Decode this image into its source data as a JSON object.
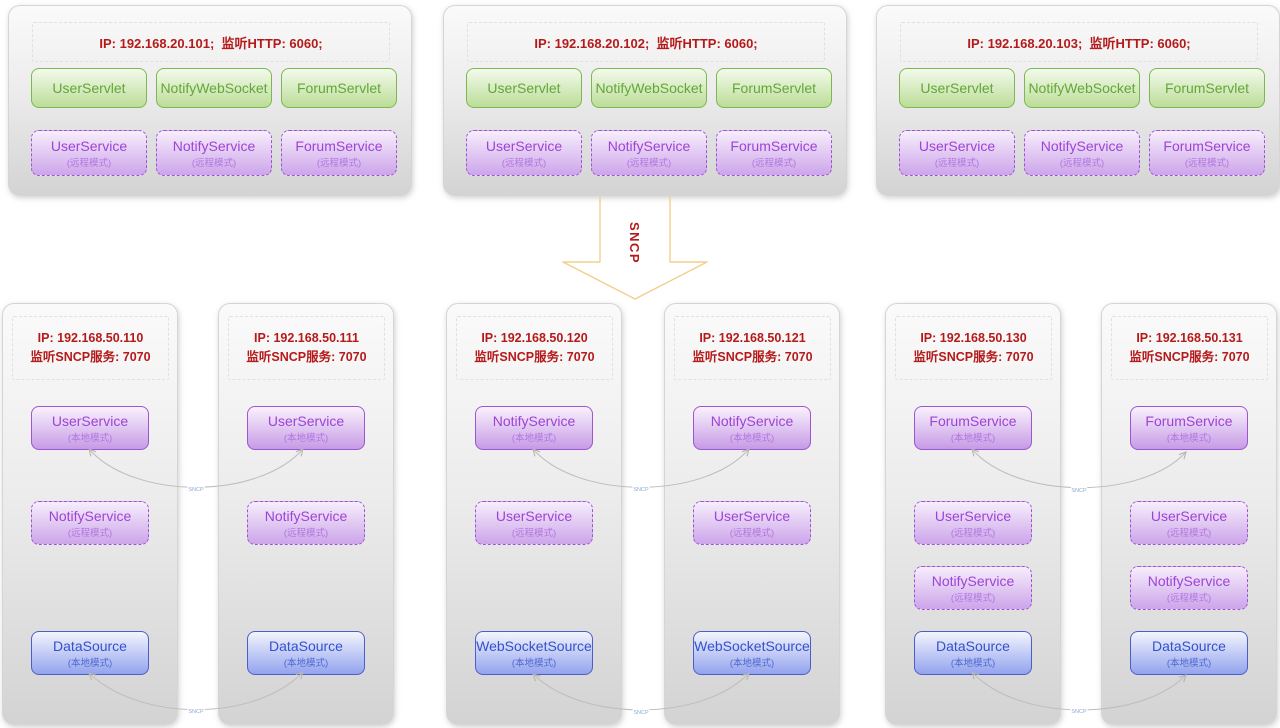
{
  "colors": {
    "ip_text": "#b51a1a",
    "servlet_green": "#64a637",
    "service_purple": "#9d43d6",
    "source_blue": "#3351cd",
    "arrow_outline": "#f2cf8b",
    "connector_gray": "#bdbdbd"
  },
  "top_servers": [
    {
      "ip": "IP: 192.168.20.101;  监听HTTP: 6060;",
      "servlets": [
        "UserServlet",
        "NotifyWebSocket",
        "ForumServlet"
      ],
      "services": [
        {
          "name": "UserService",
          "mode": "(远程模式)"
        },
        {
          "name": "NotifyService",
          "mode": "(远程模式)"
        },
        {
          "name": "ForumService",
          "mode": "(远程模式)"
        }
      ]
    },
    {
      "ip": "IP: 192.168.20.102;  监听HTTP: 6060;",
      "servlets": [
        "UserServlet",
        "NotifyWebSocket",
        "ForumServlet"
      ],
      "services": [
        {
          "name": "UserService",
          "mode": "(远程模式)"
        },
        {
          "name": "NotifyService",
          "mode": "(远程模式)"
        },
        {
          "name": "ForumService",
          "mode": "(远程模式)"
        }
      ]
    },
    {
      "ip": "IP: 192.168.20.103;  监听HTTP: 6060;",
      "servlets": [
        "UserServlet",
        "NotifyWebSocket",
        "ForumServlet"
      ],
      "services": [
        {
          "name": "UserService",
          "mode": "(远程模式)"
        },
        {
          "name": "NotifyService",
          "mode": "(远程模式)"
        },
        {
          "name": "ForumService",
          "mode": "(远程模式)"
        }
      ]
    }
  ],
  "sncp_arrow": {
    "label": "SNCP"
  },
  "connector_labels": [
    "SNCP",
    "SNCP",
    "SNCP",
    "SNCP",
    "SNCP",
    "SNCP"
  ],
  "bottom_servers": [
    {
      "ip_line1": "IP: 192.168.50.110",
      "ip_line2": "监听SNCP服务: 7070",
      "local": {
        "name": "UserService",
        "mode": "(本地模式)"
      },
      "remotes": [
        {
          "name": "NotifyService",
          "mode": "(远程模式)"
        }
      ],
      "source": {
        "name": "DataSource",
        "mode": "(本地模式)"
      }
    },
    {
      "ip_line1": "IP: 192.168.50.111",
      "ip_line2": "监听SNCP服务: 7070",
      "local": {
        "name": "UserService",
        "mode": "(本地模式)"
      },
      "remotes": [
        {
          "name": "NotifyService",
          "mode": "(远程模式)"
        }
      ],
      "source": {
        "name": "DataSource",
        "mode": "(本地模式)"
      }
    },
    {
      "ip_line1": "IP: 192.168.50.120",
      "ip_line2": "监听SNCP服务: 7070",
      "local": {
        "name": "NotifyService",
        "mode": "(本地模式)"
      },
      "remotes": [
        {
          "name": "UserService",
          "mode": "(远程模式)"
        }
      ],
      "source": {
        "name": "WebSocketSource",
        "mode": "(本地模式)"
      }
    },
    {
      "ip_line1": "IP: 192.168.50.121",
      "ip_line2": "监听SNCP服务: 7070",
      "local": {
        "name": "NotifyService",
        "mode": "(本地模式)"
      },
      "remotes": [
        {
          "name": "UserService",
          "mode": "(远程模式)"
        }
      ],
      "source": {
        "name": "WebSocketSource",
        "mode": "(本地模式)"
      }
    },
    {
      "ip_line1": "IP: 192.168.50.130",
      "ip_line2": "监听SNCP服务: 7070",
      "local": {
        "name": "ForumService",
        "mode": "(本地模式)"
      },
      "remotes": [
        {
          "name": "UserService",
          "mode": "(远程模式)"
        },
        {
          "name": "NotifyService",
          "mode": "(远程模式)"
        }
      ],
      "source": {
        "name": "DataSource",
        "mode": "(本地模式)"
      }
    },
    {
      "ip_line1": "IP: 192.168.50.131",
      "ip_line2": "监听SNCP服务: 7070",
      "local": {
        "name": "ForumService",
        "mode": "(本地模式)"
      },
      "remotes": [
        {
          "name": "UserService",
          "mode": "(远程模式)"
        },
        {
          "name": "NotifyService",
          "mode": "(远程模式)"
        }
      ],
      "source": {
        "name": "DataSource",
        "mode": "(本地模式)"
      }
    }
  ]
}
